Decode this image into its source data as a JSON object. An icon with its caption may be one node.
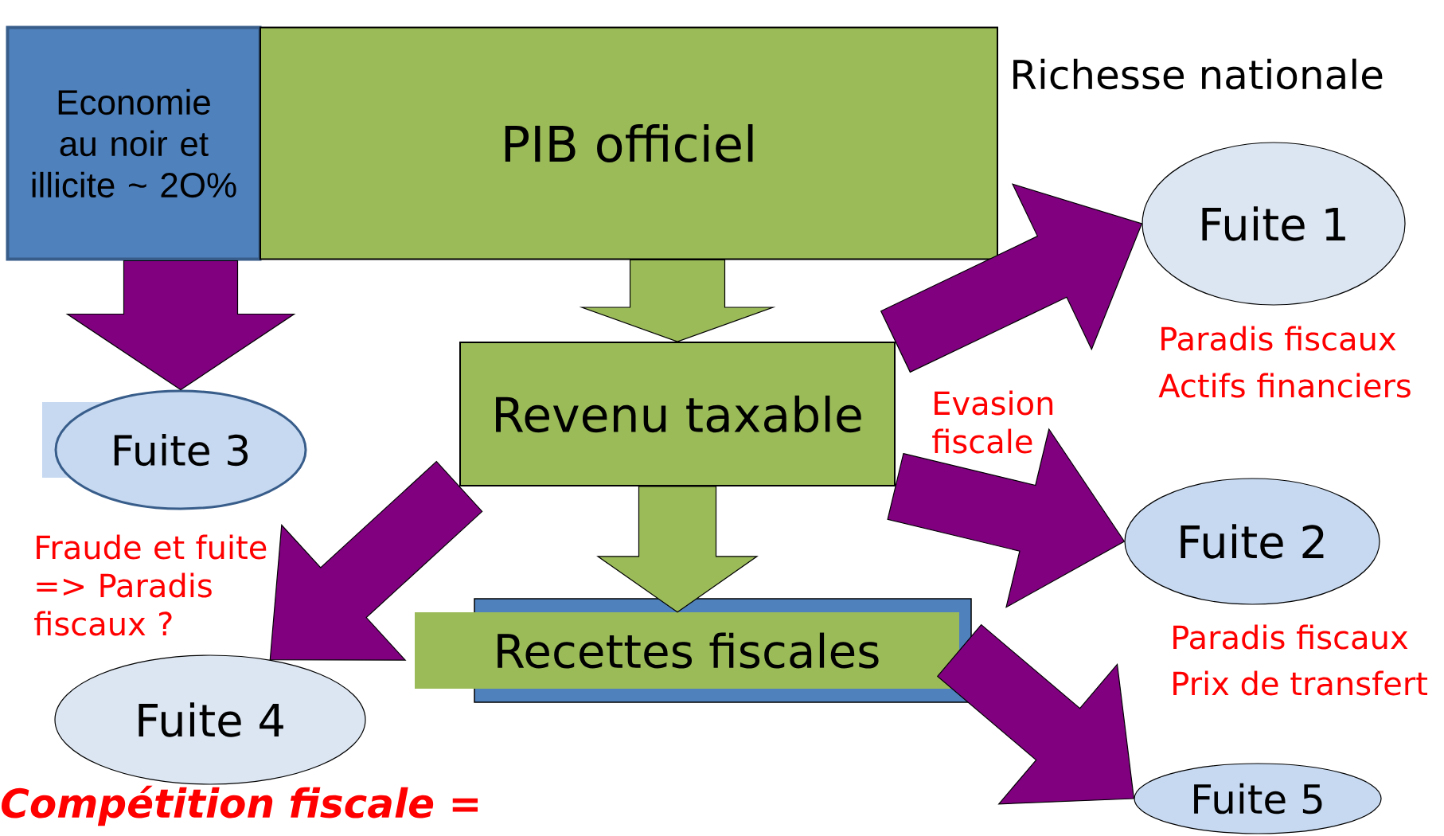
{
  "diagram": {
    "nodes": [
      {
        "text": [
          "Economie au noir et illicite ~ 2O%"
        ]
      },
      {
        "text": [
          "PIB officiel"
        ]
      },
      {
        "text": [
          "Revenu taxable"
        ]
      },
      {
        "text": [
          "Recettes fiscales"
        ]
      },
      {
        "text": [
          "Fuite 1"
        ],
        "beside": [
          "Paradis fiscaux",
          "Actifs financiers"
        ]
      },
      {
        "text": [
          "Fuite 2"
        ],
        "beside": [
          "Paradis fiscaux",
          "Prix de transfert"
        ]
      },
      {
        "text": [
          "Fuite 3"
        ],
        "beside": [
          "Fraude et fuite => Paradis fiscaux ?"
        ]
      },
      {
        "text": [
          "Fuite 4"
        ]
      },
      {
        "text": [
          "Fuite 5"
        ]
      }
    ],
    "edges": [
      {
        "from": 0,
        "to": 6,
        "arrow": "to"
      },
      {
        "from": 1,
        "to": 2,
        "arrow": "to",
        "color": "#9bbb59"
      },
      {
        "from": 2,
        "to": 3,
        "arrow": "to",
        "color": "#9bbb59"
      },
      {
        "from": 2,
        "to": 4,
        "arrow": "to"
      },
      {
        "from": 2,
        "to": 5,
        "arrow": "to"
      },
      {
        "from": 2,
        "to": 7,
        "arrow": "to"
      },
      {
        "from": 3,
        "to": 8,
        "arrow": "to"
      }
    ],
    "labels": [
      "Richesse nationale",
      "Evasion fiscale",
      "Compétition fiscale ="
    ]
  }
}
